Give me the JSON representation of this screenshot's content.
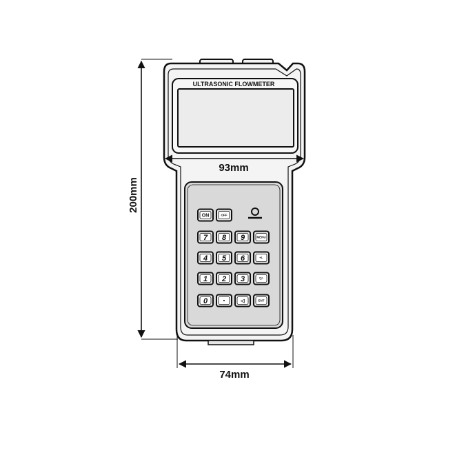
{
  "device": {
    "brand_label": "ULTRASONIC FLOWMETER"
  },
  "dimensions": {
    "height_label": "200mm",
    "width_top_label": "93mm",
    "width_bottom_label": "74mm"
  },
  "keypad": {
    "row1": [
      "ON",
      "OFF"
    ],
    "row2": [
      "7",
      "8",
      "9",
      "MENU"
    ],
    "row3": [
      "4",
      "5",
      "6",
      "+/-"
    ],
    "row4": [
      "1",
      "2",
      "3",
      "▽/-"
    ],
    "row5": [
      "0",
      "•",
      "◁",
      "ENT"
    ]
  },
  "colors": {
    "outline": "#111111",
    "body_fill": "#f4f4f4",
    "keypad_fill": "#d9d9d9",
    "key_fill": "#eeeeee",
    "screen_fill": "#ececec"
  }
}
